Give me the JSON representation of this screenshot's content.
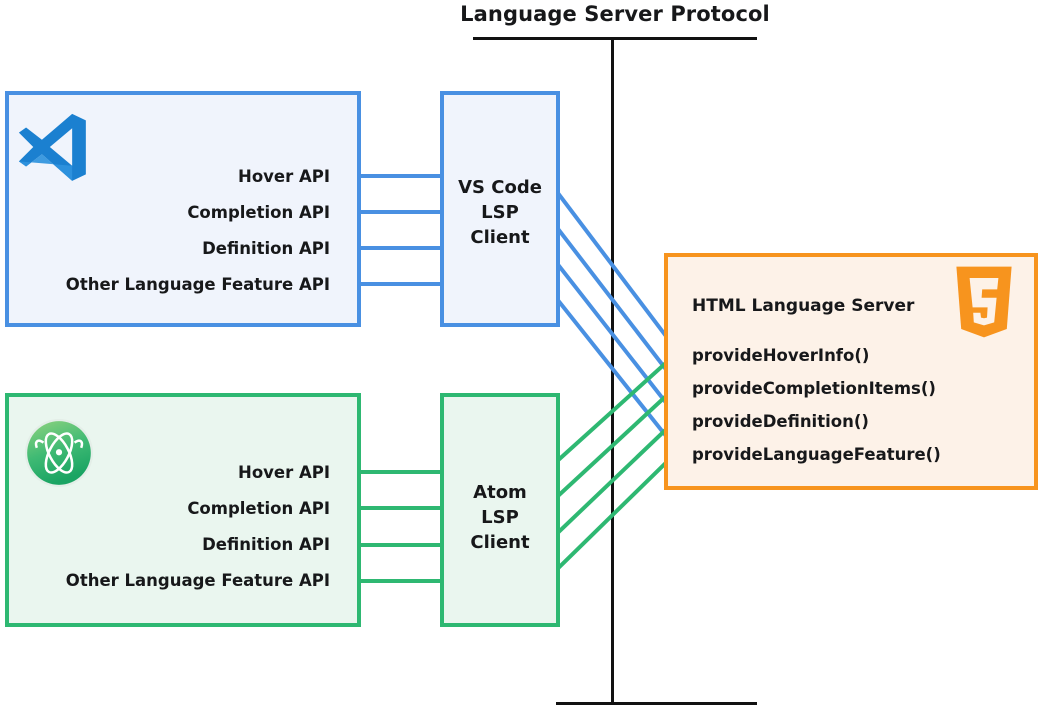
{
  "diagram": {
    "title": "Language Server Protocol",
    "protocol_line_color": "#111111"
  },
  "colors": {
    "vscode_border": "#4990e2",
    "vscode_fill": "#f0f4fc",
    "atom_border": "#2eb872",
    "atom_fill": "#eaf6ef",
    "server_border": "#f7941e",
    "server_fill": "#fdf2e8",
    "text": "#17181a"
  },
  "vscode_editor": {
    "logo": "vscode-logo",
    "apis": [
      "Hover API",
      "Completion API",
      "Definition API",
      "Other Language Feature API"
    ]
  },
  "vscode_client": {
    "lines": [
      "VS Code",
      "LSP",
      "Client"
    ]
  },
  "atom_editor": {
    "logo": "atom-logo",
    "apis": [
      "Hover API",
      "Completion API",
      "Definition API",
      "Other Language Feature API"
    ]
  },
  "atom_client": {
    "lines": [
      "Atom",
      "LSP",
      "Client"
    ]
  },
  "server": {
    "logo": "html5-logo",
    "title": "HTML Language Server",
    "methods": [
      "provideHoverInfo()",
      "provideCompletionItems()",
      "provideDefinition()",
      "provideLanguageFeature()"
    ]
  }
}
